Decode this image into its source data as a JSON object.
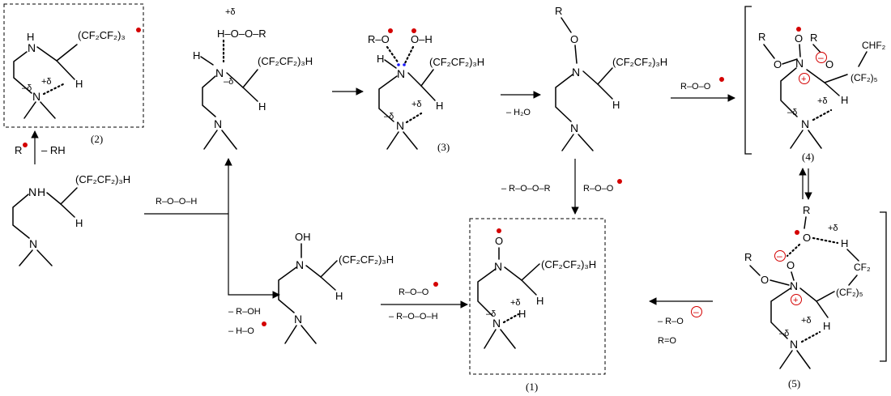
{
  "labels": {
    "compound_1": "(1)",
    "compound_2": "(2)",
    "compound_3": "(3)",
    "compound_4": "(4)",
    "compound_5": "(5)"
  },
  "atoms": {
    "N": "N",
    "H": "H",
    "O": "O",
    "OH": "OH",
    "R": "R"
  },
  "groups": {
    "rf_chain": "(CF₂CF₂)₃H",
    "rf_chain_radical": "(CF₂CF₂)₃",
    "chf2": "CHF₂",
    "cf2": "CF₂",
    "cf2_5": "(CF₂)₅",
    "r_o": "R–O",
    "o_h": "O–H",
    "h_o_o_r": "H–O–O–R",
    "delta_plus": "+δ",
    "delta_minus": "–δ",
    "plus": "+",
    "minus": "–"
  },
  "reagents": {
    "radical_r": "R",
    "minus_rh": "– RH",
    "roo_h": "R–O–O–H",
    "minus_h2o": "– H₂O",
    "roo_radical": "R–O–O",
    "minus_roor": "– R–O–O–R",
    "minus_roh": "– R–OH",
    "minus_ho": "– H–O",
    "minus_rooh": "– R–O–O–H",
    "minus_ro": "– R–O",
    "r_eq_o": "R=O"
  },
  "colors": {
    "radical": "#d40000",
    "lone_pair": "#1a1aff",
    "ink": "#000000"
  }
}
